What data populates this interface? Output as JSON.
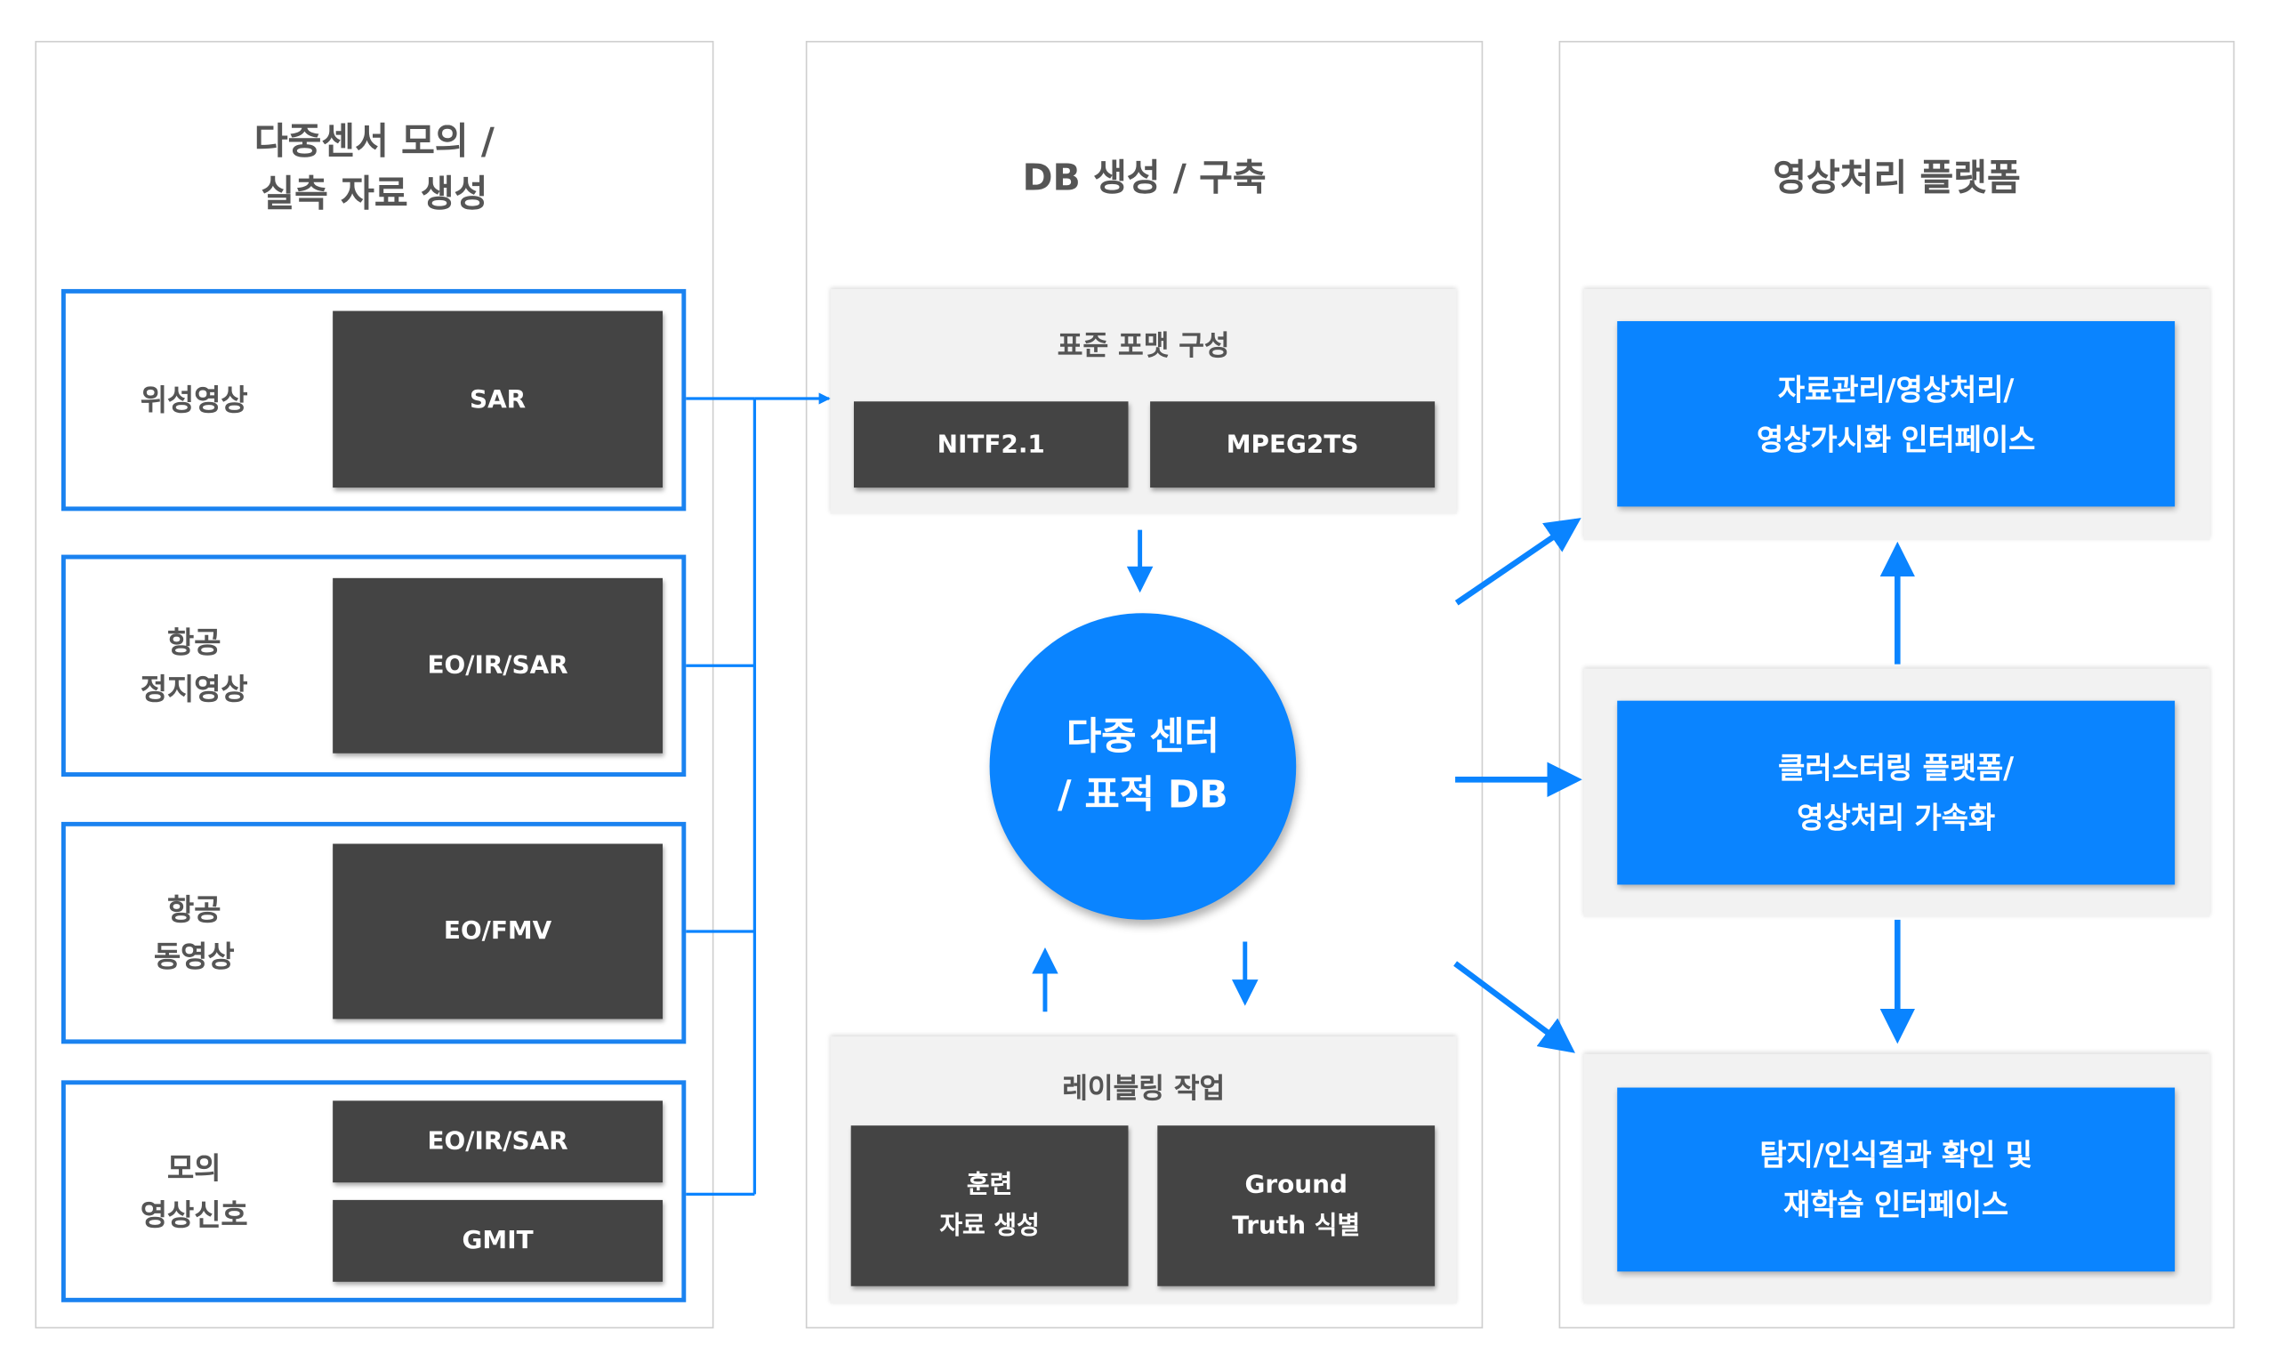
{
  "colors": {
    "accent": "#0a84ff",
    "dark": "#444444",
    "panel_gray": "#f2f2f2"
  },
  "left": {
    "title": "다중센서 모의 /\n실측 자료 생성",
    "groups": [
      {
        "label": "위성영상",
        "items": [
          "SAR"
        ]
      },
      {
        "label": "항공\n정지영상",
        "items": [
          "EO/IR/SAR"
        ]
      },
      {
        "label": "항공\n동영상",
        "items": [
          "EO/FMV"
        ]
      },
      {
        "label": "모의\n영상신호",
        "items": [
          "EO/IR/SAR",
          "GMIT"
        ]
      }
    ]
  },
  "middle": {
    "title": "DB 생성 / 구축",
    "format": {
      "title": "표준 포맷 구성",
      "items": [
        "NITF2.1",
        "MPEG2TS"
      ]
    },
    "db": "다중 센터\n / 표적 DB",
    "labeling": {
      "title": "레이블링 작업",
      "items": [
        "훈련\n자료 생성",
        "Ground\nTruth 식별"
      ]
    }
  },
  "right": {
    "title": "영상처리 플랫폼",
    "items": [
      "자료관리/영상처리/\n영상가시화 인터페이스",
      "클러스터링 플랫폼/\n영상처리 가속화",
      "탐지/인식결과 확인 및\n재학습 인터페이스"
    ]
  }
}
